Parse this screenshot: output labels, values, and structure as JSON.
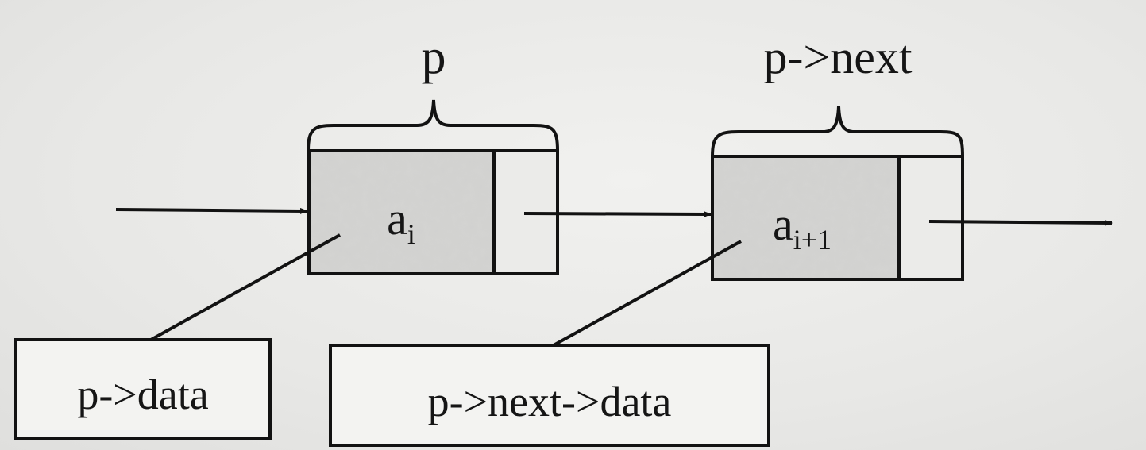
{
  "pointers": {
    "p": "p",
    "p_next": "p->next"
  },
  "nodes": [
    {
      "base": "a",
      "subscript": "i"
    },
    {
      "base": "a",
      "subscript": "i+1"
    }
  ],
  "callouts": {
    "p_data": "p->data",
    "p_next_data": "p->next->data"
  },
  "colors": {
    "background": "#e9e9e7",
    "node_fill": "#d4d4d2",
    "line": "#121212"
  }
}
